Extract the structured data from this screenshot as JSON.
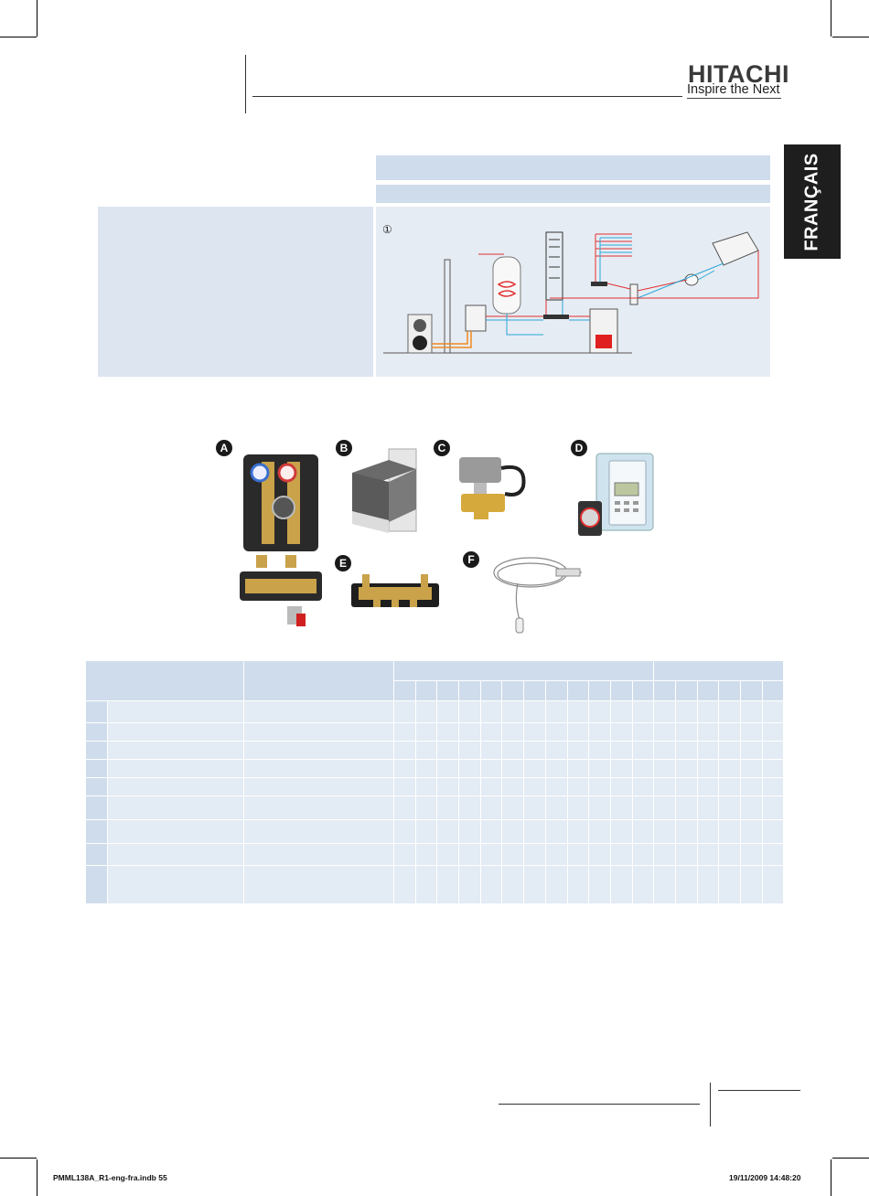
{
  "brand": {
    "name": "HITACHI",
    "tagline": "Inspire the Next"
  },
  "language_tab": "FRANÇAIS",
  "schematic": {
    "marker": "①"
  },
  "accessories": {
    "labels": [
      "A",
      "B",
      "C",
      "D",
      "E",
      "F"
    ]
  },
  "footer": {
    "file": "PMML138A_R1-eng-fra.indb   55",
    "date": "19/11/2009   14:48:20"
  },
  "colors": {
    "band": "#cfdceb",
    "panel": "#dce5f0",
    "tab": "#1e1e1e",
    "pipe_hot": "#e03030",
    "pipe_cold": "#2aa6d8",
    "pipe_orange": "#f08a20"
  }
}
